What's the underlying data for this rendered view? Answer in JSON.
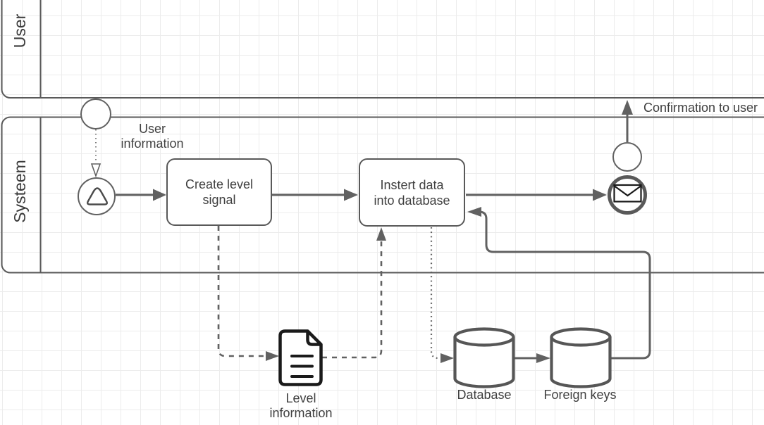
{
  "diagram": {
    "title": "BPMN process diagram",
    "lanes": {
      "user": {
        "label": "User"
      },
      "system": {
        "label": "Systeem"
      }
    },
    "tasks": {
      "create_level_signal": {
        "label": "Create level\nsignal"
      },
      "insert_data": {
        "label": "Instert data\ninto database"
      }
    },
    "annotations": {
      "user_information": "User\ninformation",
      "confirmation_to_user": "Confirmation to user",
      "level_information": "Level\ninformation",
      "database": "Database",
      "foreign_keys": "Foreign keys"
    },
    "icons": {
      "signal_start": "signal-start-event-icon (triangle)",
      "message_end": "message-end-event-icon (envelope)",
      "document": "document-icon (page with lines)",
      "datastore": "database-cylinder-icon"
    },
    "colors": {
      "stroke": "#616161",
      "lane_stroke": "#5a5a5a",
      "icon_stroke": "#1a1a1a",
      "text": "#404040",
      "grid": "#ececec",
      "background": "#ffffff"
    }
  }
}
